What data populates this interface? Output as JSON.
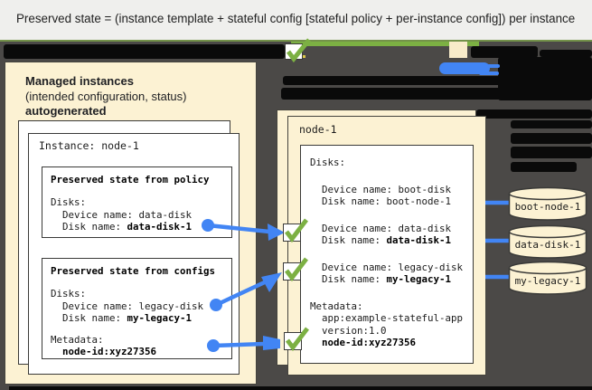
{
  "title_bar": {
    "text": "Preserved state = (instance template + stateful config [stateful policy + per-instance config]) per instance"
  },
  "colors": {
    "canvas_gray": "#4b4947",
    "panel_beige": "#fcf2d3",
    "accent_blue": "#4285f4",
    "accent_green": "#7cb043",
    "redaction_black": "#0a0a0a"
  },
  "left_panel": {
    "heading1": "Managed instances",
    "heading2": "(intended configuration, status)",
    "heading3": "autogenerated",
    "instance_title": "Instance: node-1",
    "policy_box": {
      "title": "Preserved state from policy",
      "disks_label": "Disks:",
      "device_line": "  Device name: data-disk",
      "disk_line_pre": "  Disk name: ",
      "disk_line_value": "data-disk-1"
    },
    "configs_box": {
      "title": "Preserved state from configs",
      "disks_label": "Disks:",
      "device_line": "  Device name: legacy-disk",
      "disk_line_pre": "  Disk name: ",
      "disk_line_value": "my-legacy-1",
      "metadata_label": "Metadata:",
      "metadata_pre": "  ",
      "metadata_value": "node-id:xyz27356"
    }
  },
  "right_panel": {
    "title": "node-1",
    "disks_label": "Disks:",
    "disk_entries": [
      {
        "device": "  Device name: boot-disk",
        "disk_pre": "  Disk name: ",
        "disk_value": "boot-node-1"
      },
      {
        "device": "  Device name: data-disk",
        "disk_pre": "  Disk name: ",
        "disk_value": "data-disk-1"
      },
      {
        "device": "  Device name: legacy-disk",
        "disk_pre": "  Disk name: ",
        "disk_value": "my-legacy-1"
      }
    ],
    "metadata_label": "Metadata:",
    "metadata_lines": [
      "  app:example-stateful-app",
      "  version:1.0"
    ],
    "metadata_bold_pre": "  ",
    "metadata_bold_value": "node-id:xyz27356"
  },
  "disks": [
    {
      "label": "boot-node-1"
    },
    {
      "label": "data-disk-1"
    },
    {
      "label": "my-legacy-1"
    }
  ]
}
